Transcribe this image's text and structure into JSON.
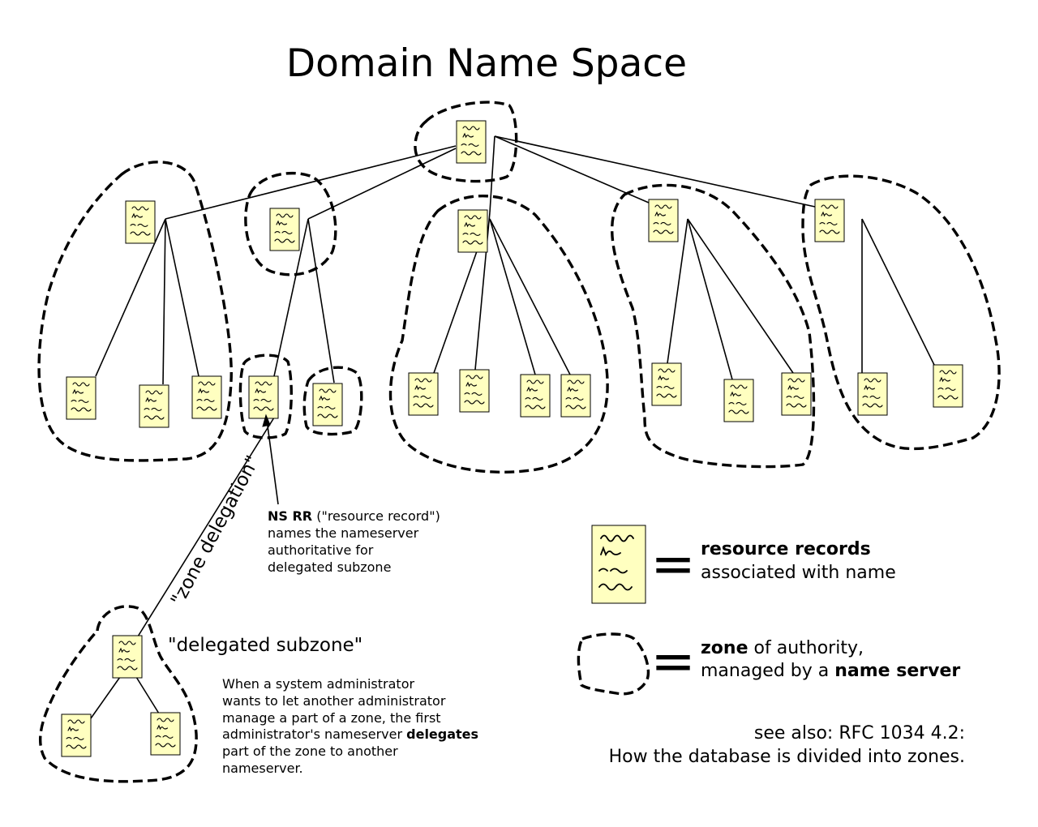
{
  "title": "Domain Name Space",
  "ns_rr_note": {
    "bold": "NS RR",
    "line1_rest": " (\"resource record\")",
    "line2": "names the nameserver",
    "line3": "authoritative for",
    "line4": "delegated subzone"
  },
  "zone_delegation_label": "\"zone delegation\"",
  "delegated_subzone_label": "\"delegated subzone\"",
  "delegation_note": {
    "line1": "When a system administrator",
    "line2": "wants to let another administrator",
    "line3": "manage a part of a zone, the first",
    "line4_pre": "administrator's nameserver ",
    "line4_bold": "delegates",
    "line5": "part of the zone to another",
    "line6": "nameserver."
  },
  "legend": {
    "equals": "=",
    "rr_bold": "resource records",
    "rr_rest": "associated with name",
    "zone_bold": "zone",
    "zone_rest": " of authority,",
    "zone_line2_pre": "managed by a ",
    "zone_line2_bold": "name server"
  },
  "see_also": {
    "line1": "see also: RFC 1034 4.2:",
    "line2": "How the database is divided into zones."
  },
  "colors": {
    "record_fill": "#ffffc0",
    "line": "#000000",
    "background": "#ffffff"
  },
  "icons": {
    "record": "resource-record-icon",
    "zone": "zone-boundary-icon"
  }
}
